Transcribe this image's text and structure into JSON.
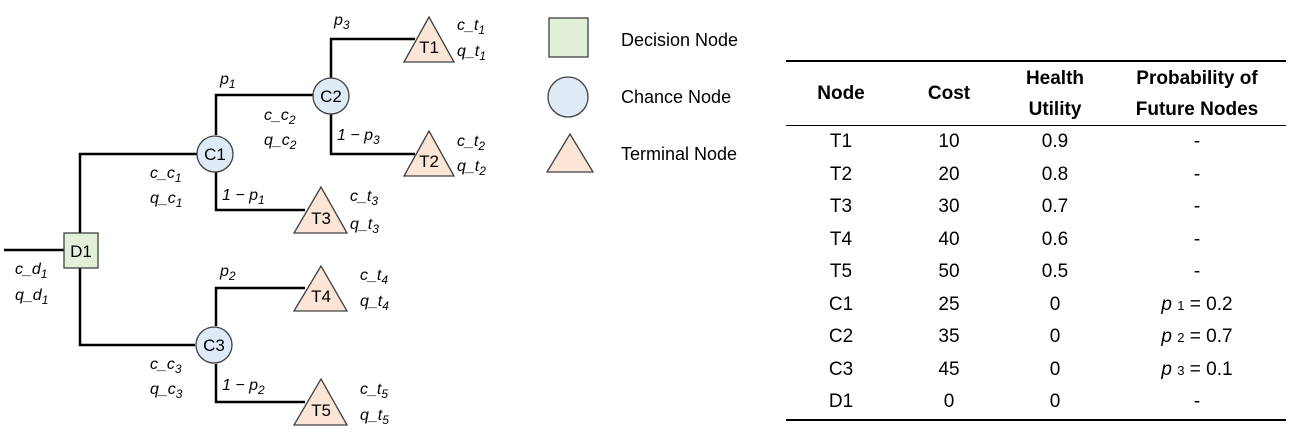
{
  "tree": {
    "nodes": {
      "D1": "D1",
      "C1": "C1",
      "C2": "C2",
      "C3": "C3",
      "T1": "T1",
      "T2": "T2",
      "T3": "T3",
      "T4": "T4",
      "T5": "T5"
    },
    "branch_labels": {
      "p1": "p",
      "p1_sub": "1",
      "one_minus_p1": "1 − p",
      "one_minus_p1_sub": "1",
      "p2": "p",
      "p2_sub": "2",
      "one_minus_p2": "1 − p",
      "one_minus_p2_sub": "2",
      "p3": "p",
      "p3_sub": "3",
      "one_minus_p3": "1 − p",
      "one_minus_p3_sub": "3"
    },
    "node_values": {
      "c_d": "c_d",
      "q_d": "q_d",
      "d_sub": "1",
      "c_c1": "c_c",
      "q_c1": "q_c",
      "c1_sub": "1",
      "c_c2": "c_c",
      "q_c2": "q_c",
      "c2_sub": "2",
      "c_c3": "c_c",
      "q_c3": "q_c",
      "c3_sub": "3",
      "c_t1": "c_t",
      "q_t1": "q_t",
      "t1_sub": "1",
      "c_t2": "c_t",
      "q_t2": "q_t",
      "t2_sub": "2",
      "c_t3": "c_t",
      "q_t3": "q_t",
      "t3_sub": "3",
      "c_t4": "c_t",
      "q_t4": "q_t",
      "t4_sub": "4",
      "c_t5": "c_t",
      "q_t5": "q_t",
      "t5_sub": "5"
    }
  },
  "legend": {
    "decision": "Decision Node",
    "chance": "Chance Node",
    "terminal": "Terminal Node"
  },
  "colors": {
    "decision_fill": "#e2efd9",
    "chance_fill": "#deebf7",
    "terminal_fill": "#fbe5d6",
    "stroke": "#404040"
  },
  "table": {
    "headers": {
      "node": "Node",
      "cost": "Cost",
      "health_1": "Health",
      "health_2": "Utility",
      "prob_1": "Probability of",
      "prob_2": "Future Nodes"
    },
    "rows": [
      {
        "node": "T1",
        "cost": "10",
        "utility": "0.9",
        "prob": "-"
      },
      {
        "node": "T2",
        "cost": "20",
        "utility": "0.8",
        "prob": "-"
      },
      {
        "node": "T3",
        "cost": "30",
        "utility": "0.7",
        "prob": "-"
      },
      {
        "node": "T4",
        "cost": "40",
        "utility": "0.6",
        "prob": "-"
      },
      {
        "node": "T5",
        "cost": "50",
        "utility": "0.5",
        "prob": "-"
      },
      {
        "node": "C1",
        "cost": "25",
        "utility": "0",
        "prob_var": "p",
        "prob_sub": "1",
        "prob_rest": " = 0.2"
      },
      {
        "node": "C2",
        "cost": "35",
        "utility": "0",
        "prob_var": "p",
        "prob_sub": "2",
        "prob_rest": " = 0.7"
      },
      {
        "node": "C3",
        "cost": "45",
        "utility": "0",
        "prob_var": "p",
        "prob_sub": "3",
        "prob_rest": " = 0.1"
      },
      {
        "node": "D1",
        "cost": "0",
        "utility": "0",
        "prob": "-"
      }
    ]
  }
}
